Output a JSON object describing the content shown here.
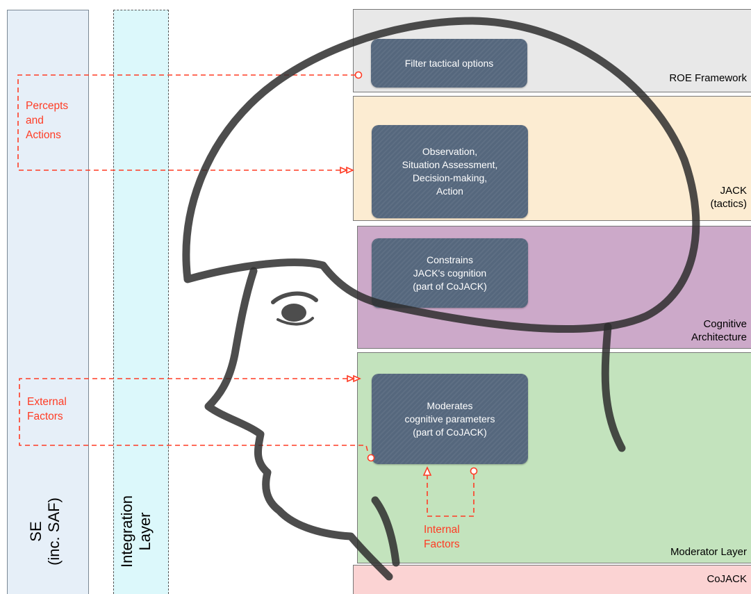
{
  "columns": {
    "se_label": "SE\n(inc. SAF)",
    "integration_label": "Integration\nLayer"
  },
  "bands": {
    "roe": "ROE Framework",
    "jack": "JACK\n(tactics)",
    "cognitive": "Cognitive\nArchitecture",
    "moderator": "Moderator Layer",
    "cojack": "CoJACK"
  },
  "boxes": {
    "filter": "Filter tactical options",
    "observation": "Observation,\nSituation Assessment,\nDecision-making,\nAction",
    "constrains": "Constrains\nJACK's cognition\n(part of CoJACK)",
    "moderates": "Moderates\ncognitive parameters\n(part of CoJACK)"
  },
  "annotations": {
    "percepts": "Percepts\nand\nActions",
    "external": "External\nFactors",
    "internal": "Internal\nFactors"
  },
  "colors": {
    "roe": "#e8e8e8",
    "jack": "#fcecd2",
    "cognitive": "#cca9c9",
    "moderator": "#c3e3bd",
    "cojack": "#fbd3d3",
    "box": "#55677d",
    "annotation": "#ff3b24"
  }
}
